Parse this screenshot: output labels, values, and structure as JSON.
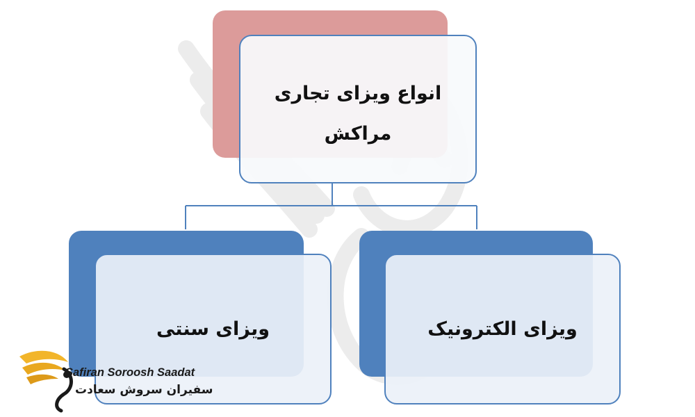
{
  "diagram": {
    "root": {
      "label": "انواع ویزای تجاری\nمراکش"
    },
    "children": [
      {
        "label": "ویزای سنتی"
      },
      {
        "label": "ویزای الکترونیک"
      }
    ]
  },
  "logo": {
    "english": "Safiran Soroosh Saadat",
    "persian": "سفیران سروش سعادت"
  },
  "colors": {
    "root_shadow": "#dc9b9a",
    "child_shadow": "#4f81bd",
    "card_border": "#4f81bd",
    "card_fill": "#ebf1f9",
    "logo_gold": "#f2b52a"
  }
}
